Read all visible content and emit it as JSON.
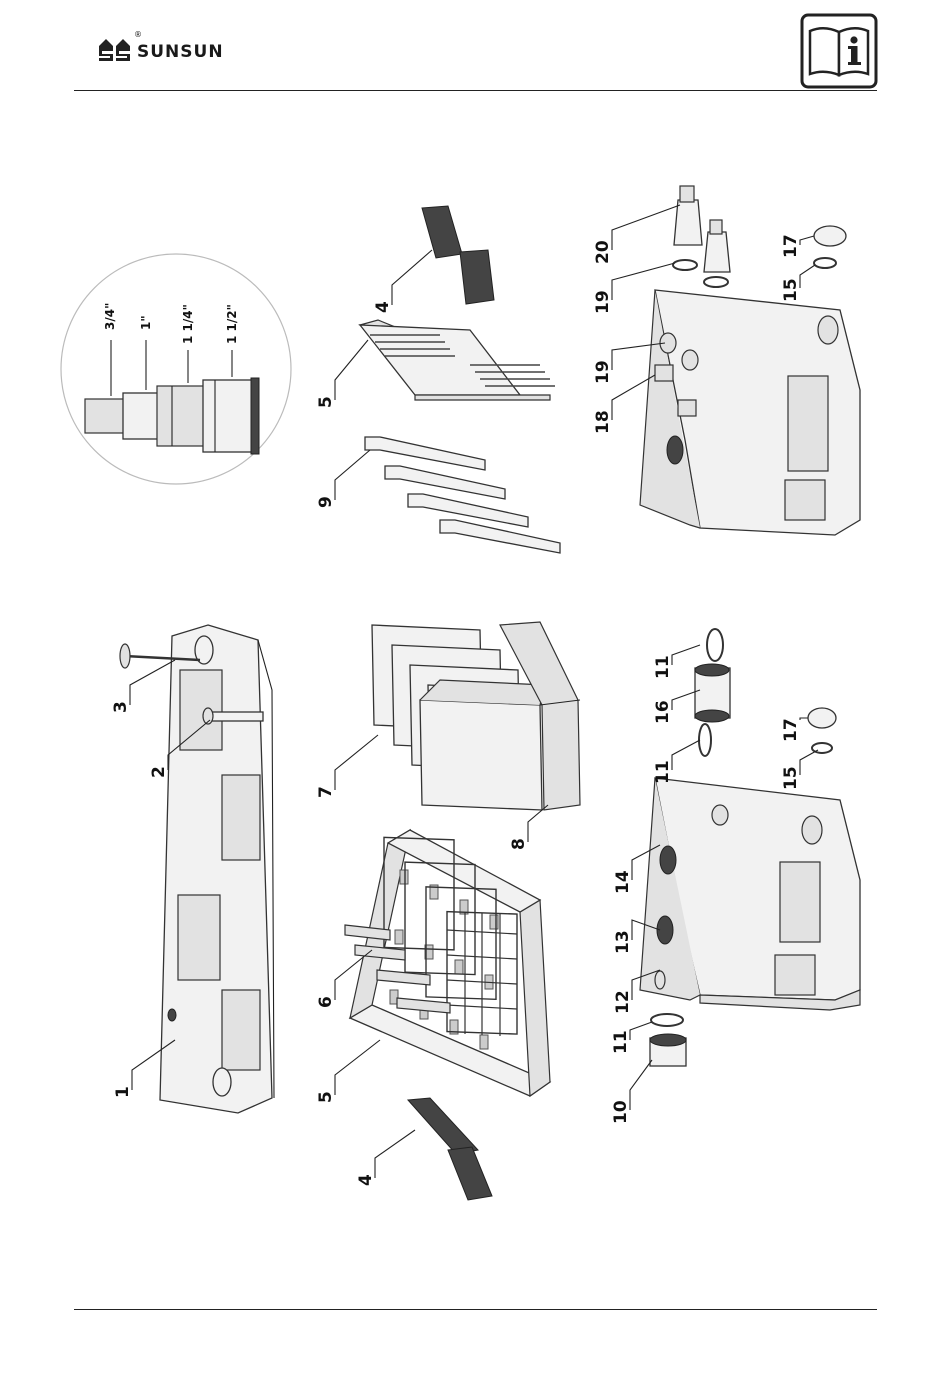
{
  "header": {
    "brand": "SUNSUN",
    "registered_mark": "®",
    "info_icon": "manual-info-icon"
  },
  "diagram": {
    "callouts": [
      {
        "id": "c1",
        "label": "1"
      },
      {
        "id": "c2",
        "label": "2"
      },
      {
        "id": "c3",
        "label": "3"
      },
      {
        "id": "c4a",
        "label": "4"
      },
      {
        "id": "c5a",
        "label": "5"
      },
      {
        "id": "c6",
        "label": "6"
      },
      {
        "id": "c7",
        "label": "7"
      },
      {
        "id": "c8",
        "label": "8"
      },
      {
        "id": "c10",
        "label": "10"
      },
      {
        "id": "c11a",
        "label": "11"
      },
      {
        "id": "c12",
        "label": "12"
      },
      {
        "id": "c13",
        "label": "13"
      },
      {
        "id": "c14",
        "label": "14"
      },
      {
        "id": "c11b",
        "label": "11"
      },
      {
        "id": "c16",
        "label": "16"
      },
      {
        "id": "c11c",
        "label": "11"
      },
      {
        "id": "c15a",
        "label": "15"
      },
      {
        "id": "c17a",
        "label": "17"
      },
      {
        "id": "c9",
        "label": "9"
      },
      {
        "id": "c5b",
        "label": "5"
      },
      {
        "id": "c4b",
        "label": "4"
      },
      {
        "id": "c18",
        "label": "18"
      },
      {
        "id": "c19a",
        "label": "19"
      },
      {
        "id": "c19b",
        "label": "19"
      },
      {
        "id": "c20",
        "label": "20"
      },
      {
        "id": "c15b",
        "label": "15"
      },
      {
        "id": "c17b",
        "label": "17"
      }
    ],
    "hose_sizes": [
      {
        "whole": "",
        "num": "3",
        "den": "4"
      },
      {
        "whole": "1",
        "num": "",
        "den": ""
      },
      {
        "whole": "1",
        "num": "1",
        "den": "4"
      },
      {
        "whole": "1",
        "num": "1",
        "den": "2"
      }
    ],
    "inch_mark": "\""
  }
}
